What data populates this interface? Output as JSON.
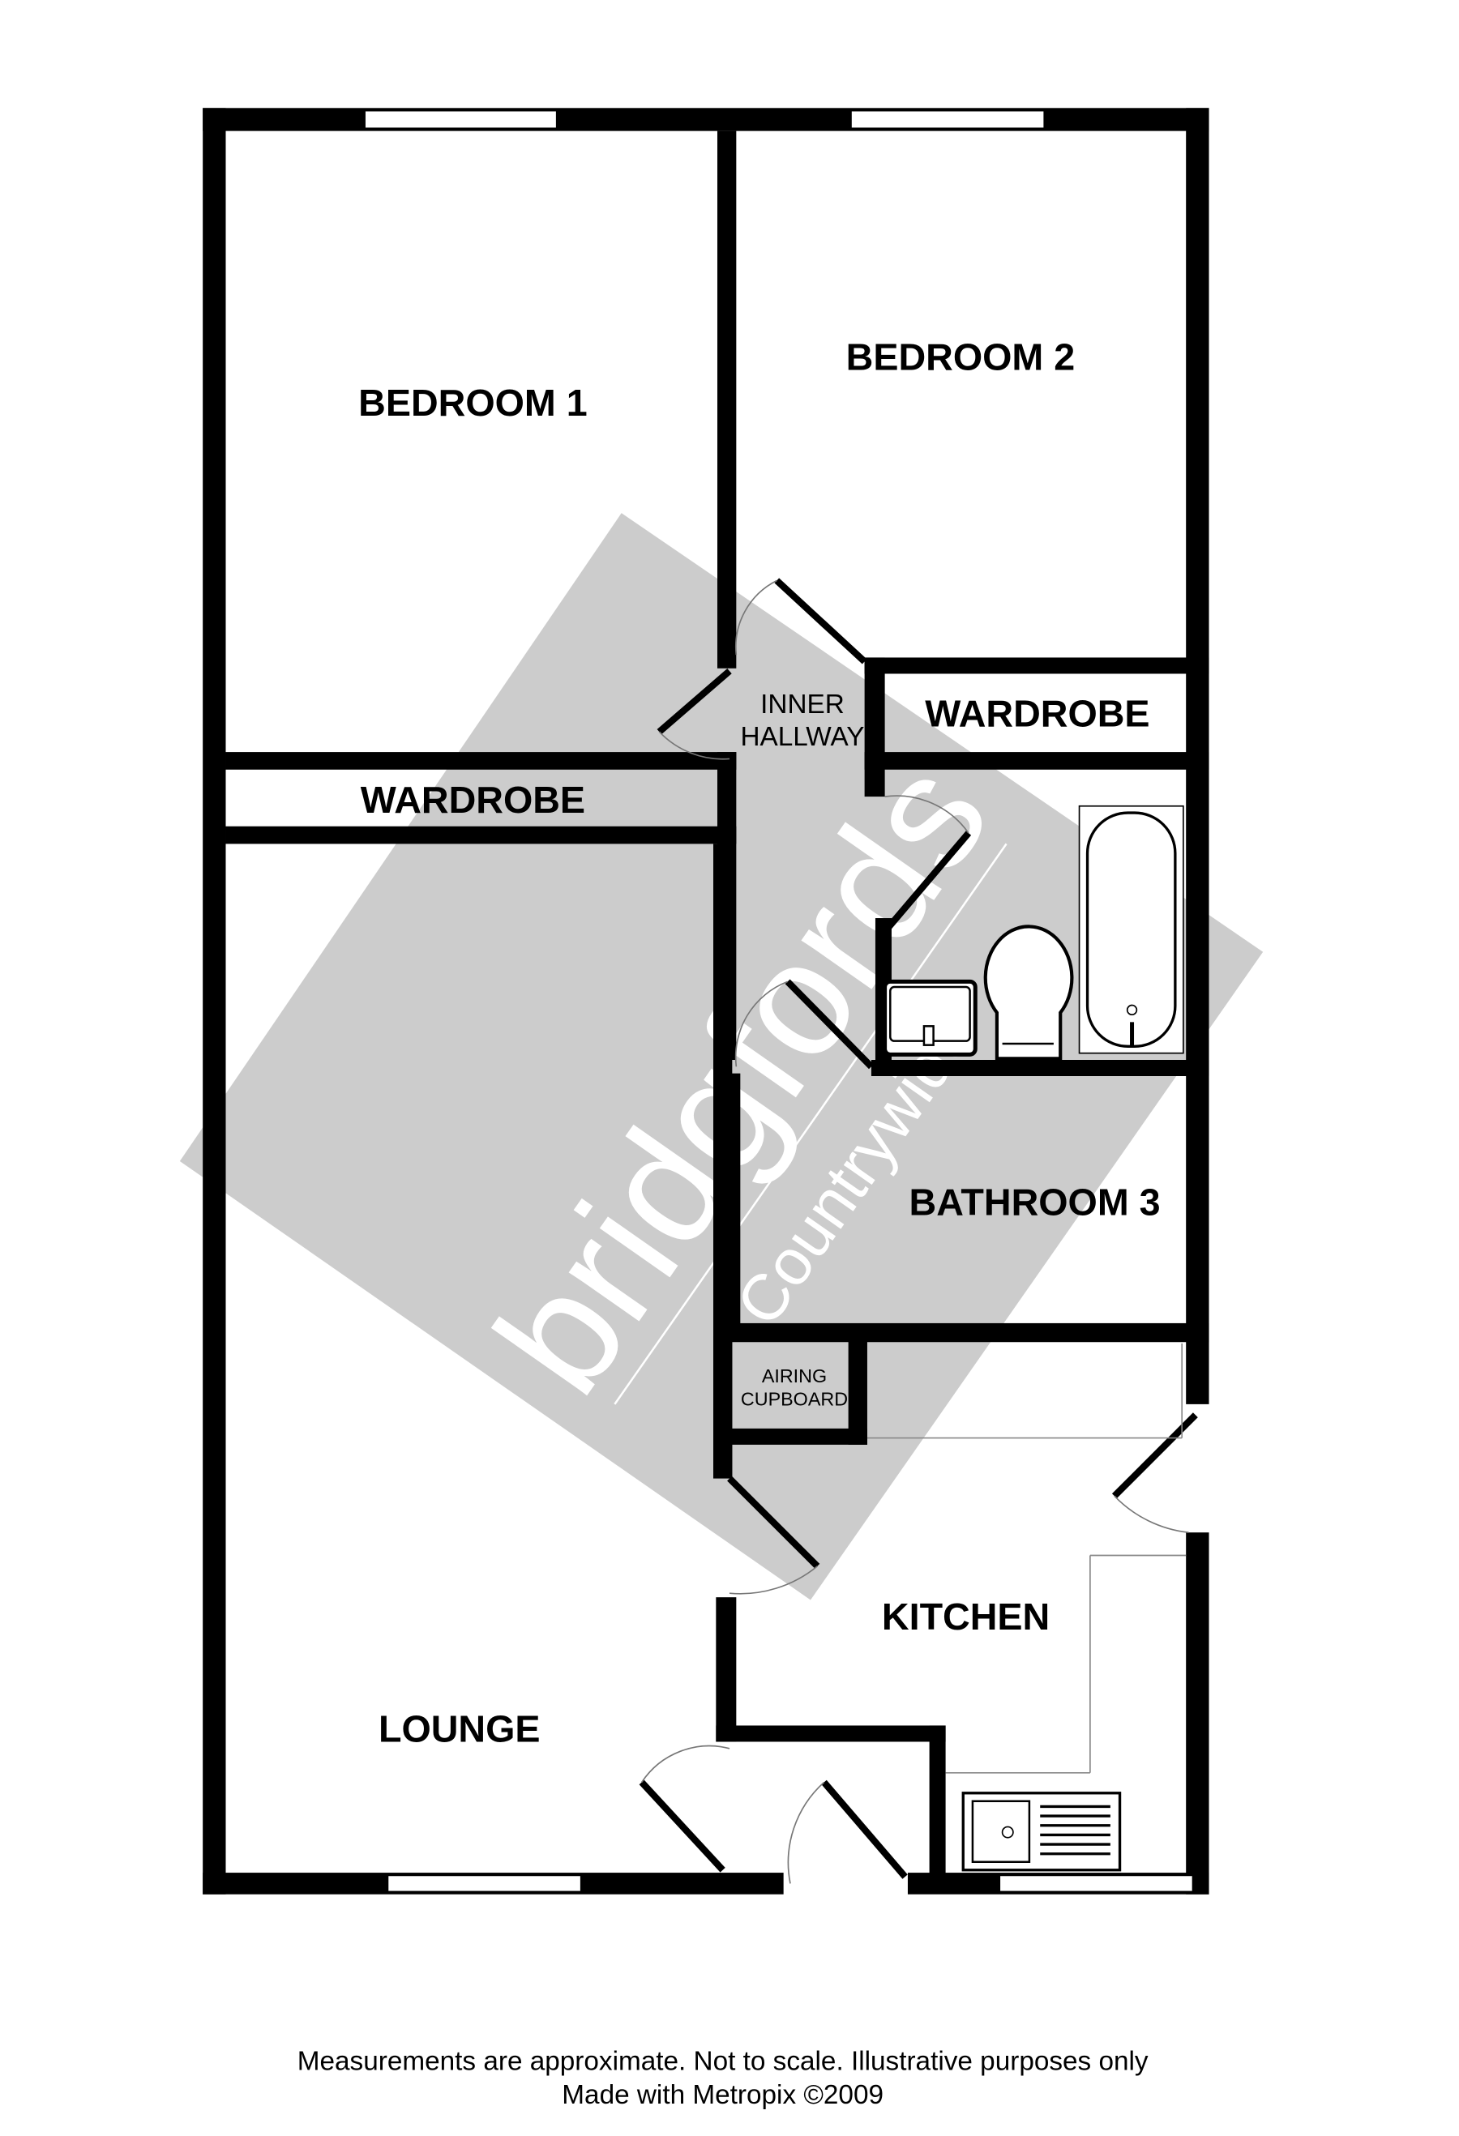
{
  "rooms": {
    "bedroom1": "BEDROOM 1",
    "bedroom2": "BEDROOM 2",
    "wardrobe1": "WARDROBE",
    "wardrobe2": "WARDROBE",
    "inner_hallway_line1": "INNER",
    "inner_hallway_line2": "HALLWAY",
    "bathroom3": "BATHROOM 3",
    "lounge": "LOUNGE",
    "airing_line1": "AIRING",
    "airing_line2": "CUPBOARD",
    "kitchen": "KITCHEN"
  },
  "watermark": {
    "brand": "bridgfords",
    "sub": "Countrywide"
  },
  "footer": {
    "line1": "Measurements are approximate.  Not to scale.  Illustrative purposes only",
    "line2": "Made with Metropix ©2009"
  },
  "colors": {
    "wall": "#000000",
    "watermark": "#cccccc"
  }
}
